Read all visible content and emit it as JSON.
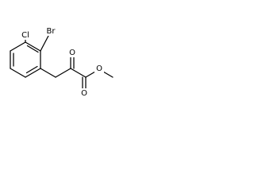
{
  "molecule": {
    "atoms": {
      "chlorine": "Cl",
      "bromine": "Br",
      "carbonyl_oxygen_ketone": "O",
      "carbonyl_oxygen_ester": "O",
      "ester_oxygen": "O"
    },
    "colors": {
      "bond": "#000000",
      "label": "#000000",
      "background": "#ffffff"
    }
  }
}
